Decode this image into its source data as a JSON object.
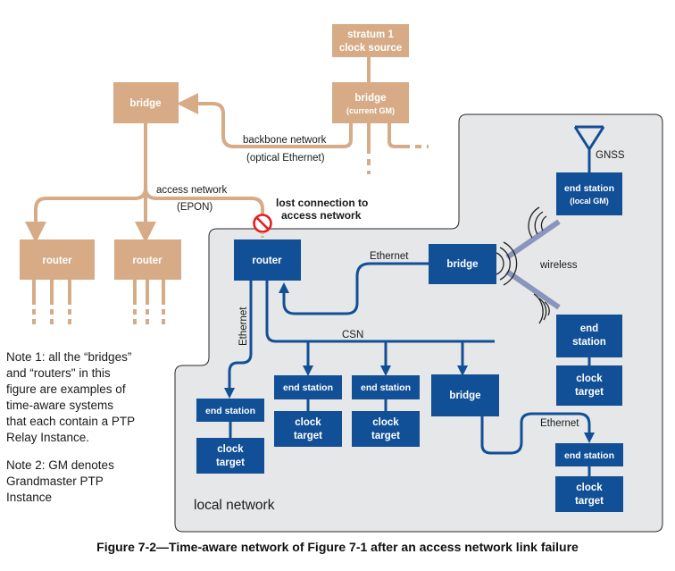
{
  "colors": {
    "tan": "#d6ab86",
    "blue": "#114f96",
    "wireless": "#8a95bd",
    "panel": "#e6e7e8",
    "error": "#e02020"
  },
  "nodes": {
    "clock_source": {
      "line1": "stratum 1",
      "line2": "clock source"
    },
    "gm_bridge": {
      "line1": "bridge",
      "line2": "(current GM)"
    },
    "backbone_bridge": {
      "label": "bridge"
    },
    "router_left": {
      "label": "router"
    },
    "router_middle": {
      "label": "router"
    },
    "local_router": {
      "label": "router"
    },
    "local_bridge_main": {
      "label": "bridge"
    },
    "local_bridge_lower": {
      "label": "bridge"
    },
    "end_station_gm": {
      "line1": "end station",
      "line2": "(local GM)"
    },
    "end_station_wireless": {
      "line1": "end",
      "line2": "station"
    },
    "clock_target_wireless": {
      "line1": "clock",
      "line2": "target"
    },
    "end_station_1": {
      "label": "end station"
    },
    "clock_target_1": {
      "line1": "clock",
      "line2": "target"
    },
    "end_station_2": {
      "label": "end station"
    },
    "clock_target_2": {
      "line1": "clock",
      "line2": "target"
    },
    "end_station_3": {
      "label": "end station"
    },
    "clock_target_3": {
      "line1": "clock",
      "line2": "target"
    },
    "end_station_4": {
      "label": "end station"
    },
    "clock_target_4": {
      "line1": "clock",
      "line2": "target"
    }
  },
  "labels": {
    "backbone_network": "backbone network",
    "optical_ethernet": "(optical Ethernet)",
    "access_network": "access network",
    "epon": "(EPON)",
    "lost_connection_1": "lost connection to",
    "lost_connection_2": "access network",
    "gnss": "GNSS",
    "ethernet_top": "Ethernet",
    "ethernet_vertical": "Ethernet",
    "ethernet_lower": "Ethernet",
    "wireless": "wireless",
    "csn": "CSN",
    "local_network": "local network"
  },
  "notes": {
    "note1": "Note 1: all the “bridges”\nand “routers\" in this\nfigure are examples of\ntime-aware systems\nthat each contain a PTP\nRelay Instance.",
    "note2": "Note 2: GM denotes\nGrandmaster PTP\nInstance"
  },
  "caption": "Figure 7-2—Time-aware network of Figure 7-1 after an access network link failure"
}
